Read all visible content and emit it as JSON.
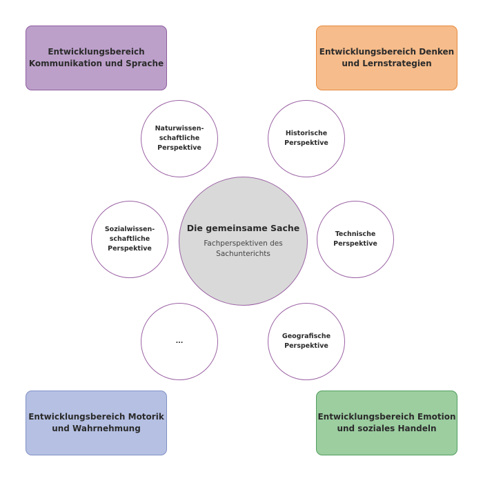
{
  "corners": {
    "top_left": {
      "line1": "Entwicklungsbereich",
      "line2": "Kommunikation und Sprache",
      "color": "#bca0ca"
    },
    "top_right": {
      "line1": "Entwicklungsbereich Denken",
      "line2": "und Lernstrategien",
      "color": "#f6bc8b"
    },
    "bottom_left": {
      "line1": "Entwicklungsbereich Motorik",
      "line2": "und Wahrnehmung",
      "color": "#b5c0e3"
    },
    "bottom_right": {
      "line1": "Entwicklungsbereich Emotion",
      "line2": "und soziales Handeln",
      "color": "#9ccea0"
    }
  },
  "center": {
    "title": "Die gemeinsame Sache",
    "subtitle_line1": "Fachperspektiven des",
    "subtitle_line2": "Sachunterichts"
  },
  "perspectives": {
    "natural": {
      "line1": "Naturwissen-",
      "line2": "schaftliche Perspektive"
    },
    "historical": {
      "line1": "Historische",
      "line2": "Perspektive"
    },
    "social": {
      "line1": "Sozialwissen-",
      "line2": "schaftliche Perspektive"
    },
    "technical": {
      "line1": "Technische",
      "line2": "Perspektive"
    },
    "more": {
      "line1": "..."
    },
    "geographic": {
      "line1": "Geografische",
      "line2": "Perspektive"
    }
  },
  "colors": {
    "circle_border": "#9b62a4",
    "center_fill": "#d9d9d9"
  }
}
